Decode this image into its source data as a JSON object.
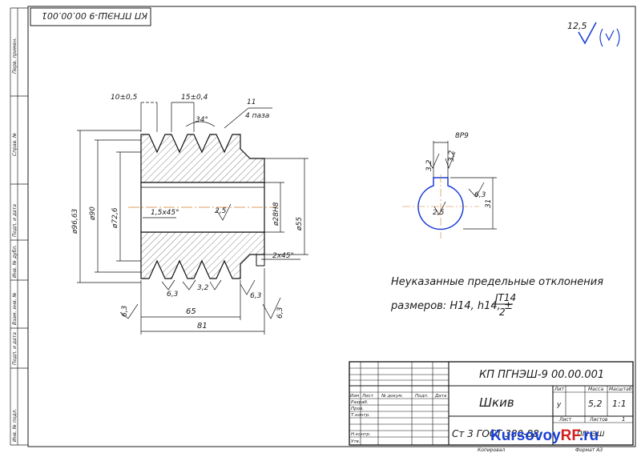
{
  "top_stamp": {
    "code": "КП ПГНЭШ-9 00.00.001"
  },
  "surface_finish": {
    "value": "12,5"
  },
  "left_strip": [
    "Перв. примен.",
    "Справ. №",
    "Подп. и дата",
    "Инв. № дубл.",
    "Взам. инв. №",
    "Подп. и дата",
    "Инв. № подл."
  ],
  "pulley_dims": {
    "groove_pitch": "15±0,4",
    "edge_distance": "10±0,5",
    "groove_angle": "34°",
    "groove_count_value": "11",
    "groove_count_label": "4 паза",
    "outer_dia": "ø96,63",
    "dia_90": "ø90",
    "dia_72_6": "ø72,6",
    "bore_dia": "ø28H8",
    "hub_dia": "ø55",
    "chamfer_bore": "1,5х45°",
    "chamfer_hub": "2х45°",
    "roughness_25": "2,5",
    "roughness_63": "6,3",
    "roughness_32": "3,2",
    "length_65": "65",
    "length_81": "81"
  },
  "section_dims": {
    "key_width": "8Р9",
    "key_rough_a": "3,2",
    "key_rough_b": "3,2",
    "depth": "31",
    "rough_63": "6,3",
    "rough_25": "2,5"
  },
  "notes": {
    "line1": "Неуказанные предельные отклонения",
    "line2": "размеров: H14, h14, ±",
    "frac_top": "IT14",
    "frac_bottom": "2"
  },
  "title_block": {
    "code": "КП ПГНЭШ-9 00.00.001",
    "name": "Шкив",
    "material": "Ст 3 ГОСТ 380-88",
    "lit_label": "Лит",
    "mass_label": "Масса",
    "scale_label": "Масштаб",
    "lit_value": "у",
    "mass": "5,2",
    "scale": "1:1",
    "sheet_label": "Лист",
    "sheets_label": "Листов",
    "sheets_value": "1",
    "org": "ПГНЭШ",
    "row_labels": [
      "Изм",
      "Лист",
      "№ докум.",
      "Подп.",
      "Дата"
    ],
    "roles": [
      "Разраб.",
      "Пров.",
      "Т.контр.",
      "",
      "Н.контр.",
      "Утв."
    ],
    "copied": "Копировал",
    "format": "Формат А3"
  },
  "watermark": {
    "part1": "Kursovoy",
    "part2": "RF",
    "part3": ".ru"
  }
}
